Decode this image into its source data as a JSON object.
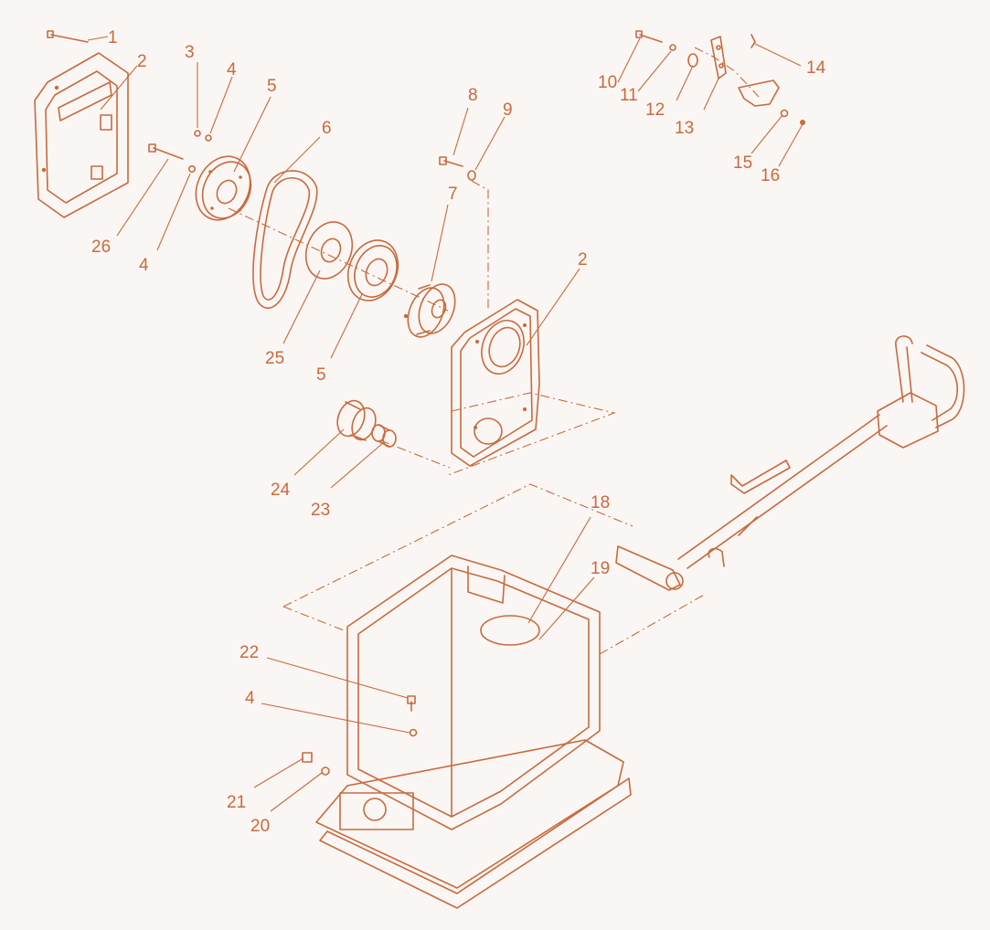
{
  "colors": {
    "ink": "#c86a3e",
    "background": "#faf6f3"
  },
  "callouts": [
    {
      "id": "c1",
      "text": "1"
    },
    {
      "id": "c2a",
      "text": "2"
    },
    {
      "id": "c3",
      "text": "3"
    },
    {
      "id": "c4a",
      "text": "4"
    },
    {
      "id": "c5a",
      "text": "5"
    },
    {
      "id": "c6",
      "text": "6"
    },
    {
      "id": "c8",
      "text": "8"
    },
    {
      "id": "c9",
      "text": "9"
    },
    {
      "id": "c7",
      "text": "7"
    },
    {
      "id": "c26",
      "text": "26"
    },
    {
      "id": "c4b",
      "text": "4"
    },
    {
      "id": "c25",
      "text": "25"
    },
    {
      "id": "c5b",
      "text": "5"
    },
    {
      "id": "c2b",
      "text": "2"
    },
    {
      "id": "c24",
      "text": "24"
    },
    {
      "id": "c23",
      "text": "23"
    },
    {
      "id": "c10",
      "text": "10"
    },
    {
      "id": "c11",
      "text": "11"
    },
    {
      "id": "c12",
      "text": "12"
    },
    {
      "id": "c13",
      "text": "13"
    },
    {
      "id": "c14",
      "text": "14"
    },
    {
      "id": "c15",
      "text": "15"
    },
    {
      "id": "c16",
      "text": "16"
    },
    {
      "id": "c18",
      "text": "18"
    },
    {
      "id": "c19",
      "text": "19"
    },
    {
      "id": "c22",
      "text": "22"
    },
    {
      "id": "c4c",
      "text": "4"
    },
    {
      "id": "c21",
      "text": "21"
    },
    {
      "id": "c20",
      "text": "20"
    }
  ]
}
